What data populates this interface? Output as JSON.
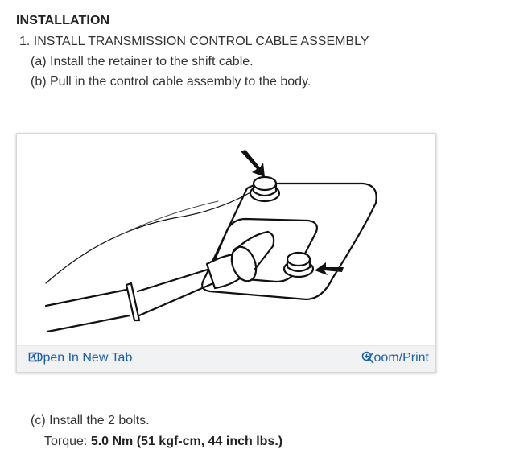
{
  "heading": "INSTALLATION",
  "step": "1. INSTALL TRANSMISSION CONTROL CABLE ASSEMBLY",
  "substeps": {
    "a": "(a) Install the retainer to the shift cable.",
    "b": "(b) Pull in the control cable assembly to the body.",
    "c": "(c) Install the 2 bolts."
  },
  "torque": {
    "label": "Torque: ",
    "value": "5.0 Nm (51 kgf-cm, 44 inch lbs.)"
  },
  "figure": {
    "open_tab_label": "Open In New Tab",
    "zoom_label": "Zoom/Print",
    "open_tab_icon": "open-new-tab-icon",
    "zoom_icon": "magnifier-plus-icon",
    "link_color": "#1e5ea8"
  }
}
